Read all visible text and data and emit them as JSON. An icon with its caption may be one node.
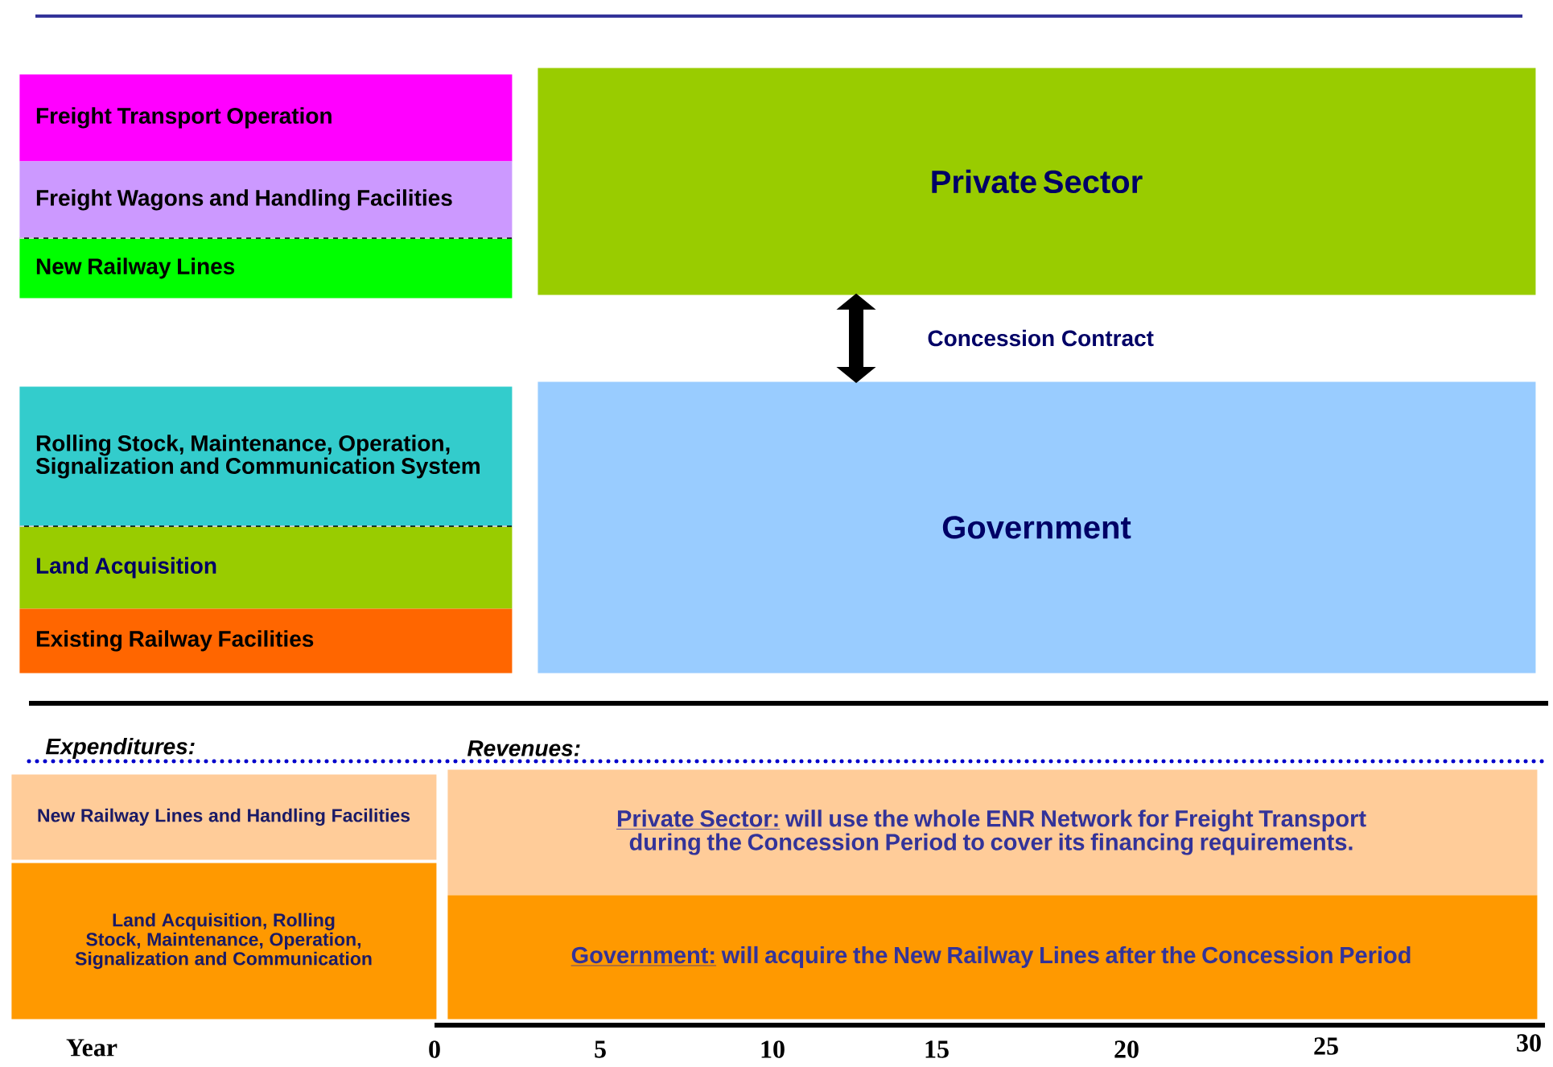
{
  "diagram": {
    "nodes": [
      {
        "text": [
          "Freight Transport Operation"
        ]
      },
      {
        "text": [
          "Freight Wagons and Handling Facilities"
        ]
      },
      {
        "text": [
          "New Railway Lines"
        ]
      },
      {
        "text": [
          "Private Sector"
        ]
      },
      {
        "text": [
          "Rolling Stock, Maintenance, Operation, Signalization and Communication System"
        ]
      },
      {
        "text": [
          "Land Acquisition"
        ]
      },
      {
        "text": [
          "Existing Railway Facilities"
        ]
      },
      {
        "text": [
          "Government"
        ]
      },
      {
        "text": [
          "New Railway Lines and Handling Facilities"
        ]
      },
      {
        "text": [
          "Land Acquisition, Rolling Stock, Maintenance, Operation, Signalization and Communication"
        ]
      },
      {
        "text": [
          "Private Sector:",
          "will use the whole ENR Network for Freight Transport during the Concession Period to cover its financing requirements."
        ]
      },
      {
        "text": [
          "Government:",
          "will acquire the New Railway Lines after the Concession Period"
        ]
      }
    ],
    "edges": [
      {
        "from": 3,
        "to": 7,
        "arrow": "both",
        "label": "Concession Contract"
      }
    ],
    "labels": [
      "Expenditures:",
      "Revenues:",
      "Year",
      "0",
      "5",
      "10",
      "15",
      "20",
      "25",
      "30"
    ]
  }
}
